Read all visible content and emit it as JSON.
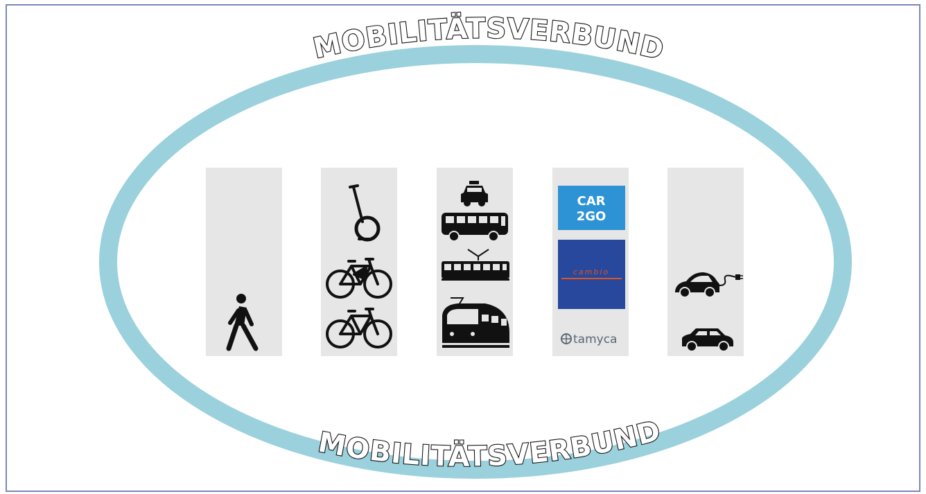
{
  "title_top": "MOBILITÄTSVERBUND",
  "title_bottom": "MOBILITÄTSVERBUND",
  "colors": {
    "frame": "#7b86b8",
    "ring": "#9ad1dc",
    "column": "#e6e6e6",
    "icon": "#111111",
    "car2go_bg": "#2e93d4",
    "cambio_bg": "#27489c",
    "cambio_stripe": "#e0541d"
  },
  "columns": [
    {
      "id": "walk",
      "icons": [
        "pedestrian-icon"
      ]
    },
    {
      "id": "bike",
      "icons": [
        "segway-icon",
        "e-bike-icon",
        "bicycle-icon"
      ]
    },
    {
      "id": "public-transport",
      "icons": [
        "taxi-icon",
        "bus-icon",
        "tram-icon",
        "train-icon"
      ]
    },
    {
      "id": "carsharing",
      "logos": [
        "car2go",
        "cambio",
        "tamyca"
      ]
    },
    {
      "id": "car",
      "icons": [
        "electric-car-icon",
        "car-icon"
      ]
    }
  ],
  "logos": {
    "car2go_line1": "CAR",
    "car2go_line2": "2GO",
    "cambio": "cambio",
    "tamyca": "tamyca"
  }
}
